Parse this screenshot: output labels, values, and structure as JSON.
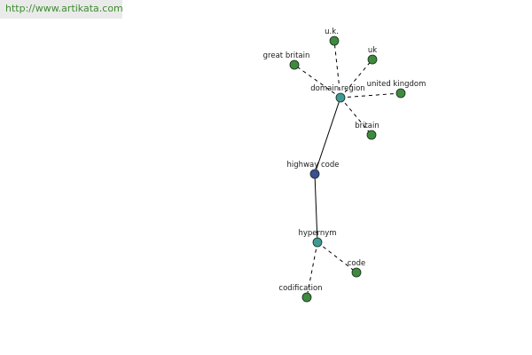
{
  "site": {
    "url": "http://www.artikata.com"
  },
  "colors": {
    "root_node": "#3a4f96",
    "relation_node": "#3f9a94",
    "leaf_node": "#3e8a3e",
    "edge": "#000000",
    "banner_text": "#3d8c2f",
    "banner_background": "#eaeaea"
  },
  "graph": {
    "nodes": [
      {
        "id": "highway-code",
        "label": "highway code",
        "kind": "root"
      },
      {
        "id": "domain-region",
        "label": "domain region",
        "kind": "relation"
      },
      {
        "id": "hypernym",
        "label": "hypernym",
        "kind": "relation"
      },
      {
        "id": "uk-dots",
        "label": "u.k.",
        "kind": "leaf"
      },
      {
        "id": "uk",
        "label": "uk",
        "kind": "leaf"
      },
      {
        "id": "great-britain",
        "label": "great britain",
        "kind": "leaf"
      },
      {
        "id": "united-kingdom",
        "label": "united kingdom",
        "kind": "leaf"
      },
      {
        "id": "britain",
        "label": "britain",
        "kind": "leaf"
      },
      {
        "id": "code",
        "label": "code",
        "kind": "leaf"
      },
      {
        "id": "codification",
        "label": "codification",
        "kind": "leaf"
      }
    ],
    "edges": [
      {
        "from": "highway-code",
        "to": "domain-region",
        "style": "solid"
      },
      {
        "from": "highway-code",
        "to": "hypernym",
        "style": "solid"
      },
      {
        "from": "domain-region",
        "to": "uk-dots",
        "style": "dashed"
      },
      {
        "from": "domain-region",
        "to": "uk",
        "style": "dashed"
      },
      {
        "from": "domain-region",
        "to": "great-britain",
        "style": "dashed"
      },
      {
        "from": "domain-region",
        "to": "united-kingdom",
        "style": "dashed"
      },
      {
        "from": "domain-region",
        "to": "britain",
        "style": "dashed"
      },
      {
        "from": "hypernym",
        "to": "code",
        "style": "dashed"
      },
      {
        "from": "hypernym",
        "to": "codification",
        "style": "dashed"
      }
    ]
  }
}
